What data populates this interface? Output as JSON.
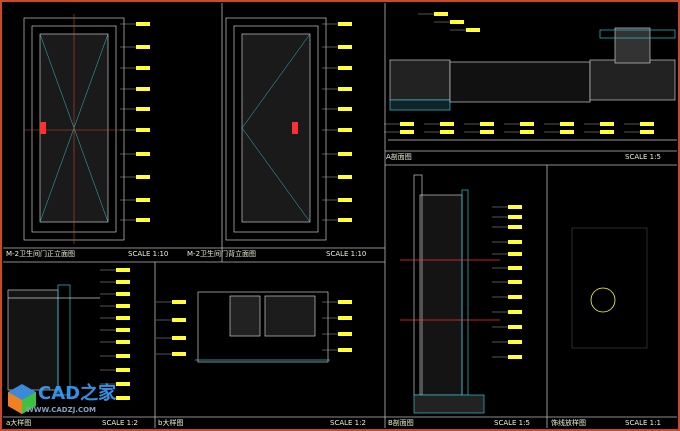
{
  "panels": [
    {
      "title": "M-2卫生间门正立面图",
      "scale": "SCALE  1:10"
    },
    {
      "title": "M-2卫生间门背立面图",
      "scale": "SCALE  1:10"
    },
    {
      "title": "A剖面图",
      "scale": "SCALE  1:5"
    },
    {
      "title": "a大样图",
      "scale": "SCALE  1:2"
    },
    {
      "title": "b大样图",
      "scale": "SCALE  1:2"
    },
    {
      "title": "B剖面图",
      "scale": "SCALE  1:5"
    },
    {
      "title": "饰线放样图",
      "scale": "SCALE  1:1"
    }
  ],
  "watermark": {
    "brand": "CAD之家",
    "url": "WWW.CADZJ.COM"
  },
  "colors": {
    "frame": "#c84a2a",
    "line": "#c8c8c8",
    "label": "#ffff33",
    "accent_red": "#ff3030",
    "cyan": "#30c0d0"
  }
}
